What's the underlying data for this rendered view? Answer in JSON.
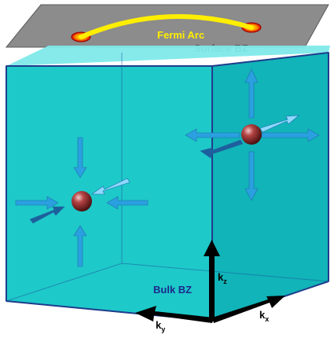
{
  "labels": {
    "fermi_arc": "Fermi Arc",
    "surface_bz": "Surface BZ",
    "bulk_bz": "Bulk BZ",
    "k_main": "k",
    "kz_sub": "z",
    "kx_sub": "x",
    "ky_sub": "y"
  },
  "colors": {
    "front_face": "#1ec9c9",
    "side_face": "#11b4b8",
    "top_face": "#7fe9ea",
    "edge": "#1f3d8c",
    "surface_plane": "#8c8c8c",
    "fermi_arc": "#ffee00",
    "fermi_arc_label": "#ffee00",
    "surface_label": "#555555",
    "bulk_label": "#1a2a8c",
    "arrow_blue": "#2aa0e0",
    "axis": "#000000",
    "weyl_node": "#9b2a2a"
  }
}
